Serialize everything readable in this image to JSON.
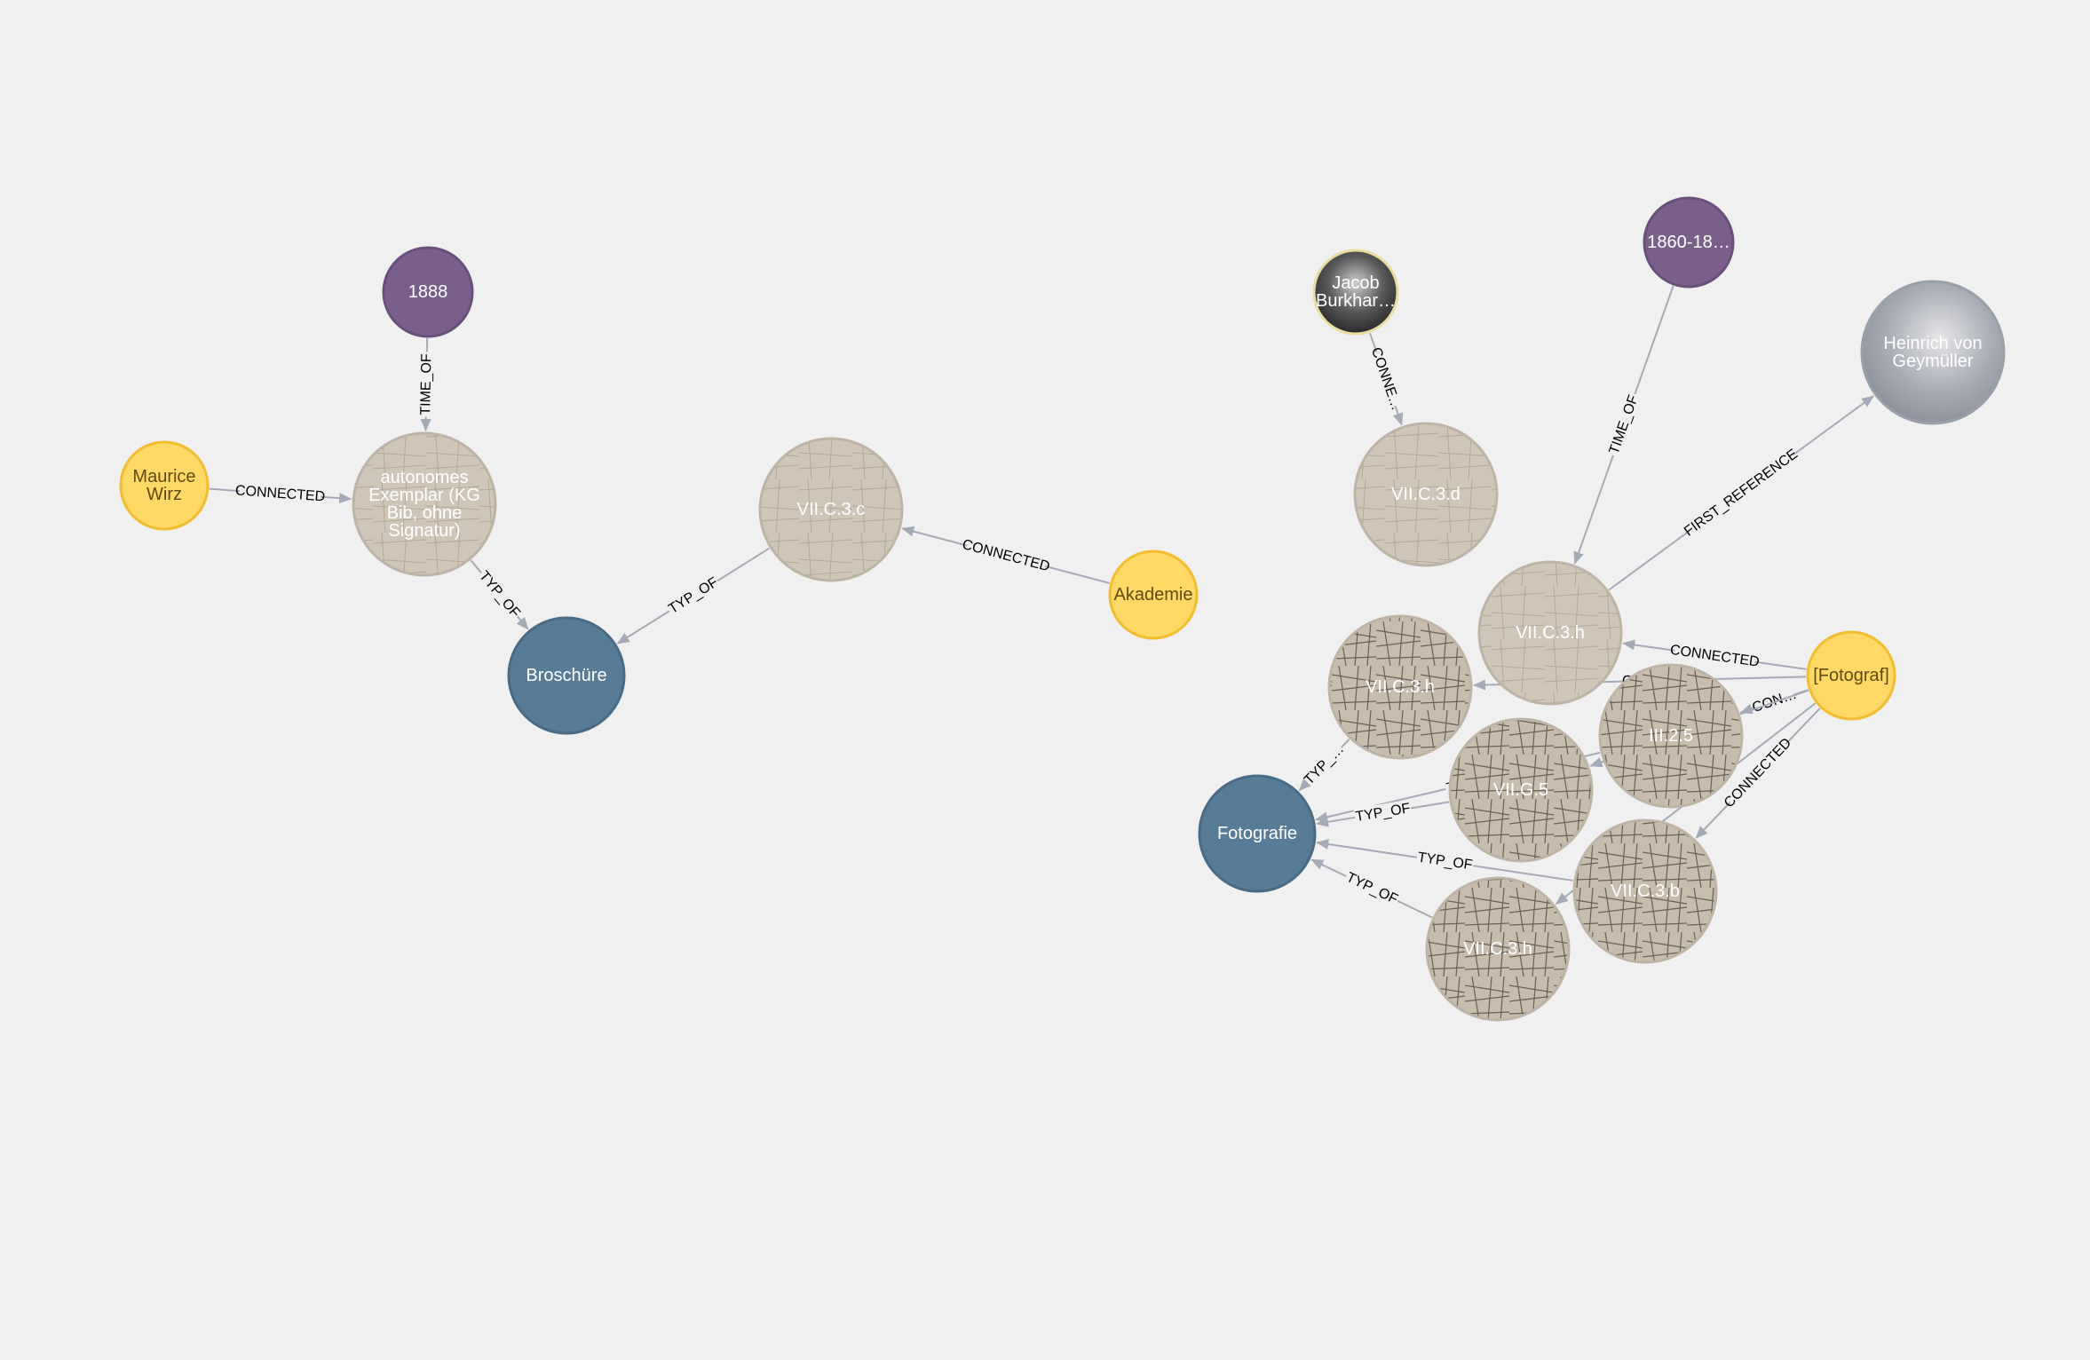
{
  "colors": {
    "background": "#f0f0f0",
    "edge": "#a5abb6",
    "purple": "#7a5f8a",
    "purple_stroke": "#68507a",
    "yellow": "#ffd966",
    "yellow_stroke": "#f2bd30",
    "blue": "#587b96",
    "blue_stroke": "#4a6b85",
    "image": "#cfc6b8",
    "image_stroke": "#bdb4a6",
    "person_dark": "#4a4a4a",
    "person_light": "#a4a9b3"
  },
  "nodes": [
    {
      "id": "n1888",
      "label": [
        "1888"
      ],
      "kind": "time"
    },
    {
      "id": "nWirz",
      "label": [
        "Maurice",
        "Wirz"
      ],
      "kind": "person"
    },
    {
      "id": "nAuto",
      "label": [
        "autonomes",
        "Exemplar (KG",
        "Bib, ohne",
        "Signatur)"
      ],
      "kind": "image"
    },
    {
      "id": "nBrosch",
      "label": [
        "Broschüre"
      ],
      "kind": "type"
    },
    {
      "id": "nC3c",
      "label": [
        "VII.C.3.c"
      ],
      "kind": "image"
    },
    {
      "id": "nAkad",
      "label": [
        "Akademie"
      ],
      "kind": "person"
    },
    {
      "id": "nJacob",
      "label": [
        "Jacob",
        "Burkhar…"
      ],
      "kind": "portrait-dark"
    },
    {
      "id": "n1860",
      "label": [
        "1860-18…"
      ],
      "kind": "time"
    },
    {
      "id": "nGeym",
      "label": [
        "Heinrich von",
        "Geymüller"
      ],
      "kind": "portrait-light"
    },
    {
      "id": "nC3d",
      "label": [
        "VII.C.3.d"
      ],
      "kind": "image"
    },
    {
      "id": "nC3hTop",
      "label": [
        "VII.C.3.h"
      ],
      "kind": "image"
    },
    {
      "id": "nC3hLeft",
      "label": [
        "VII.C.3.h"
      ],
      "kind": "image"
    },
    {
      "id": "nFotograf",
      "label": [
        "[Fotograf]"
      ],
      "kind": "person"
    },
    {
      "id": "nIII25",
      "label": [
        "III.2.5"
      ],
      "kind": "image"
    },
    {
      "id": "nG5",
      "label": [
        "VII.G.5"
      ],
      "kind": "image"
    },
    {
      "id": "nFoto",
      "label": [
        "Fotografie"
      ],
      "kind": "type"
    },
    {
      "id": "nC3b",
      "label": [
        "VII.C.3.b"
      ],
      "kind": "image"
    },
    {
      "id": "nC3hBot",
      "label": [
        "VII.C.3.h"
      ],
      "kind": "image"
    }
  ],
  "edges": [
    {
      "from": "n1888",
      "to": "nAuto",
      "label": "TIME_OF"
    },
    {
      "from": "nWirz",
      "to": "nAuto",
      "label": "CONNECTED"
    },
    {
      "from": "nAuto",
      "to": "nBrosch",
      "label": "TYP_OF"
    },
    {
      "from": "nC3c",
      "to": "nBrosch",
      "label": "TYP_OF"
    },
    {
      "from": "nAkad",
      "to": "nC3c",
      "label": "CONNECTED"
    },
    {
      "from": "nJacob",
      "to": "nC3d",
      "label": "CONNE…"
    },
    {
      "from": "n1860",
      "to": "nC3hTop",
      "label": "TIME_OF"
    },
    {
      "from": "nC3hTop",
      "to": "nGeym",
      "label": "FIRST_REFERENCE"
    },
    {
      "from": "nFotograf",
      "to": "nC3hTop",
      "label": "CONNECTED"
    },
    {
      "from": "nFotograf",
      "to": "nC3hLeft",
      "label": "CO…"
    },
    {
      "from": "nFotograf",
      "to": "nIII25",
      "label": "CON…"
    },
    {
      "from": "nFotograf",
      "to": "nC3b",
      "label": "CONNECTED"
    },
    {
      "from": "nFotograf",
      "to": "nG5",
      "label": ""
    },
    {
      "from": "nC3hLeft",
      "to": "nFoto",
      "label": "TYP_…"
    },
    {
      "from": "nIII25",
      "to": "nFoto",
      "label": "T…"
    },
    {
      "from": "nG5",
      "to": "nFoto",
      "label": "TYP_OF"
    },
    {
      "from": "nC3b",
      "to": "nFoto",
      "label": "TYP_OF"
    },
    {
      "from": "nC3hBot",
      "to": "nFoto",
      "label": "TYP_OF"
    },
    {
      "from": "nFotograf",
      "to": "nC3hBot",
      "label": ""
    }
  ]
}
